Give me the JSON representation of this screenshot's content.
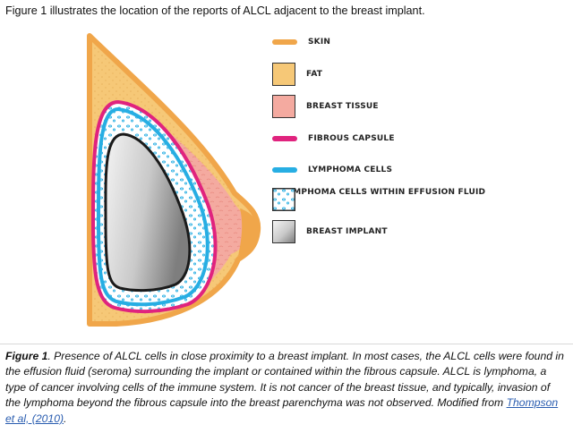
{
  "intro_text": "Figure 1 illustrates the location of the reports of ALCL adjacent to the breast implant.",
  "legend": {
    "skin": "SKIN",
    "fat": "FAT",
    "breast_tissue": "BREAST TISSUE",
    "fibrous_capsule": "FIBROUS CAPSULE",
    "lymphoma_cells": "LYMPHOMA CELLS",
    "lymphoma_in_fluid": "LYMPHOMA CELLS WITHIN EFFUSION FLUID",
    "breast_implant": "BREAST IMPLANT"
  },
  "colors": {
    "skin": "#f0a64a",
    "fat": "#f6c877",
    "breast_tissue": "#f2a49a",
    "fibrous_capsule": "#e0237e",
    "lymphoma_cells": "#27aee3",
    "implant_light": "#f2f2f2",
    "implant_dark": "#8a8a8a"
  },
  "caption": {
    "label": "Figure 1",
    "text": ". Presence of ALCL cells in close proximity to a breast implant. In most cases, the ALCL cells were found in the effusion fluid (seroma) surrounding the implant or contained within the fibrous capsule. ALCL is lymphoma, a type of cancer involving cells of the immune system. It is not cancer of the breast tissue, and typically, invasion of the lymphoma beyond the fibrous capsule into the breast parenchyma was not observed. Modified from ",
    "link_text": "Thompson et al, (2010)",
    "end": "."
  }
}
